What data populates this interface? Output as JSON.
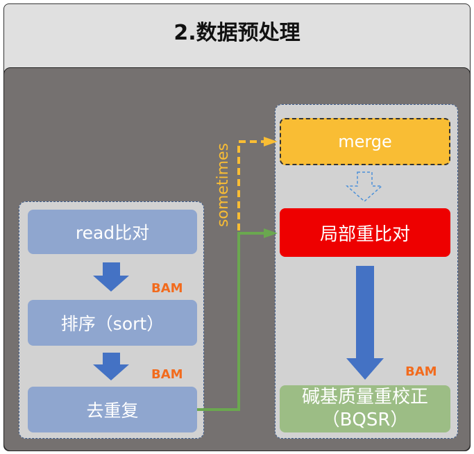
{
  "title": "2.数据预处理",
  "left_steps": {
    "align": "read比对",
    "sort": "排序（sort）",
    "dedup": "去重复"
  },
  "right_steps": {
    "merge": "merge",
    "realign": "局部重比对",
    "bqsr": "碱基质量重校正（BQSR）"
  },
  "bam_labels": {
    "after_align": "BAM",
    "after_sort": "BAM",
    "after_realign": "BAM"
  },
  "sometimes_label": "sometimes",
  "colors": {
    "outer_bg": "#e0e0e0",
    "inner_bg": "#757170",
    "group_bg": "#d2d2d2",
    "step_blue": "#8fa6cf",
    "arrow_blue": "#4472c4",
    "merge_yellow": "#f9bd34",
    "realign_red": "#ee0000",
    "bqsr_green": "#9cbd85",
    "bam_orange": "#f26b1d",
    "connector_green": "#6aa84f"
  }
}
